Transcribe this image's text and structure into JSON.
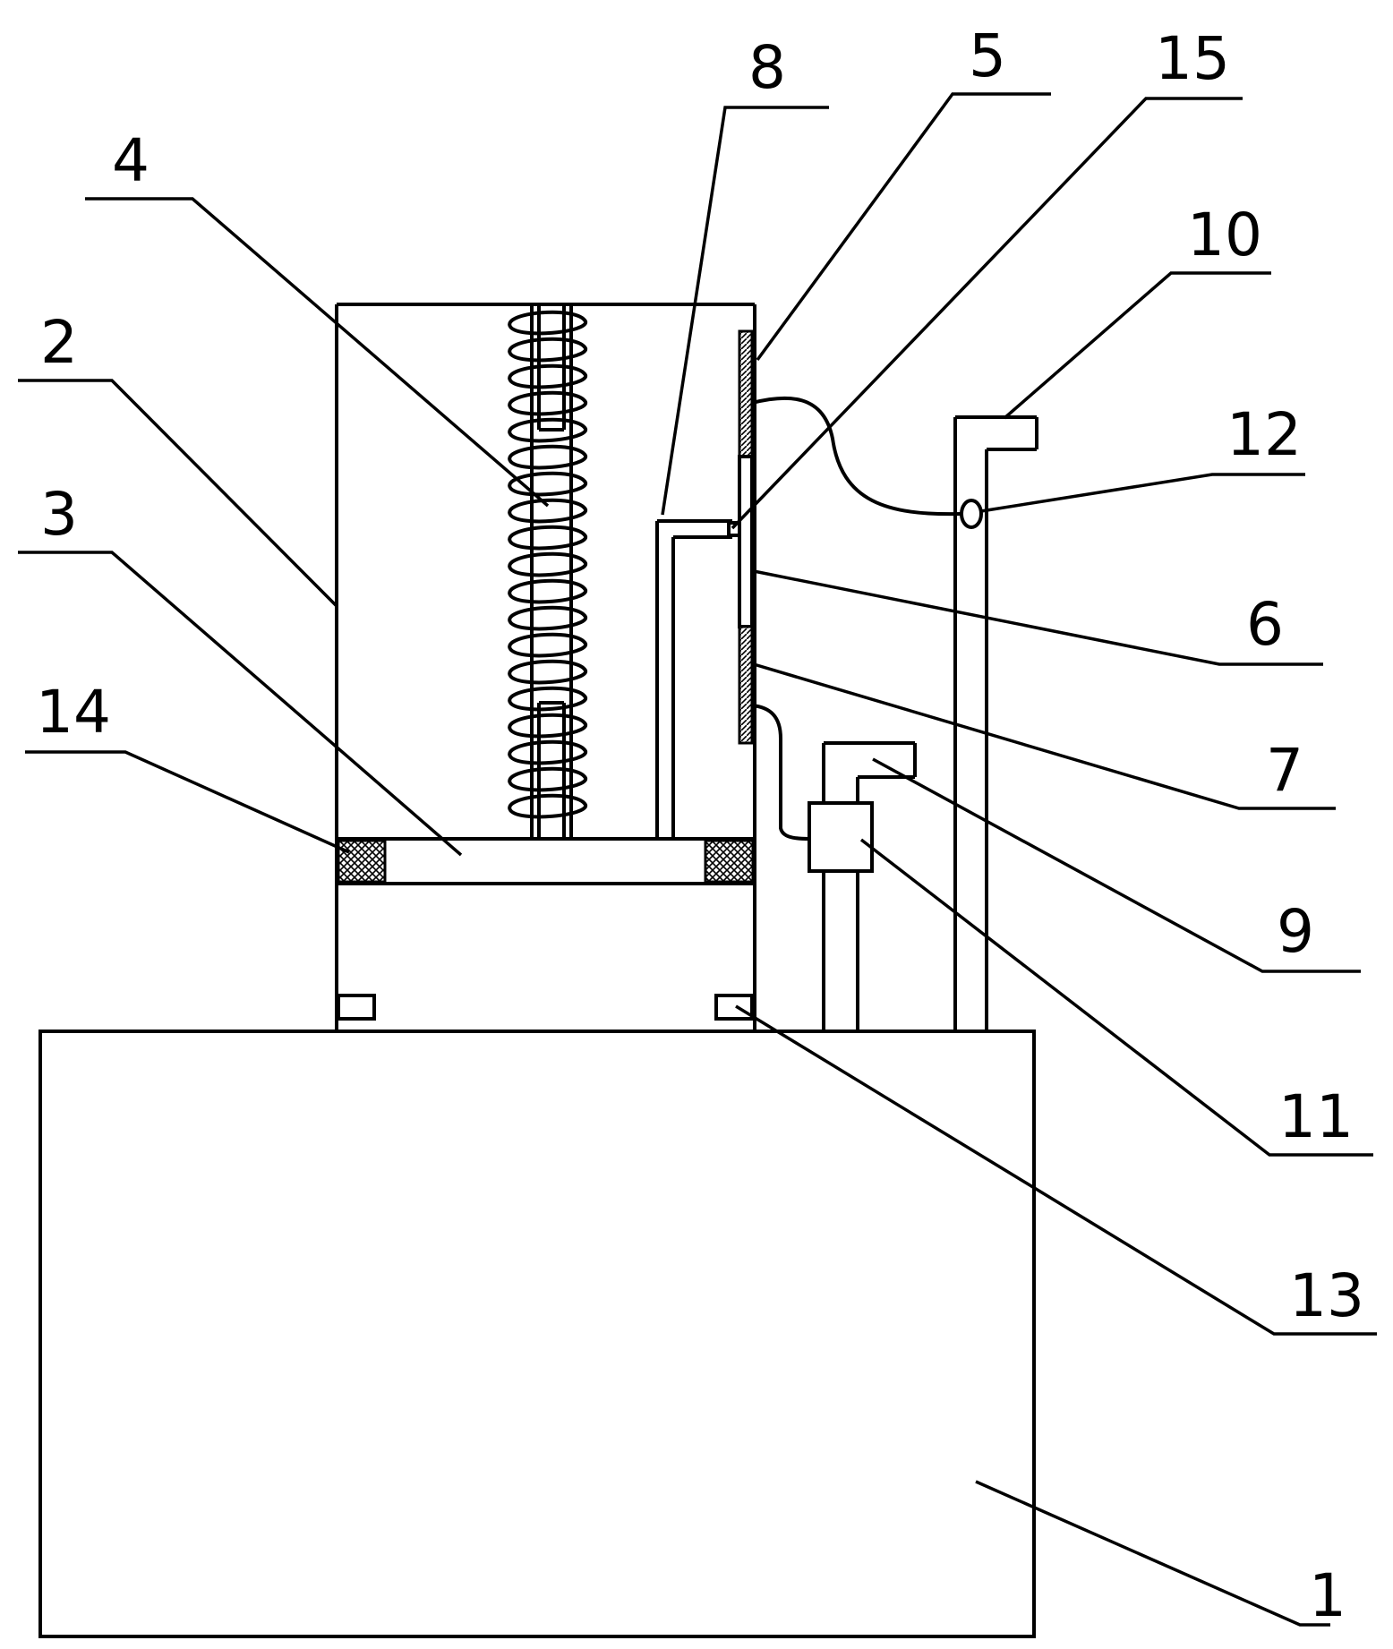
{
  "labels": {
    "l1": "1",
    "l2": "2",
    "l3": "3",
    "l4": "4",
    "l5": "5",
    "l6": "6",
    "l7": "7",
    "l8": "8",
    "l9": "9",
    "l10": "10",
    "l11": "11",
    "l12": "12",
    "l13": "13",
    "l14": "14",
    "l15": "15"
  },
  "colors": {
    "line": "#000000",
    "background": "#ffffff"
  }
}
